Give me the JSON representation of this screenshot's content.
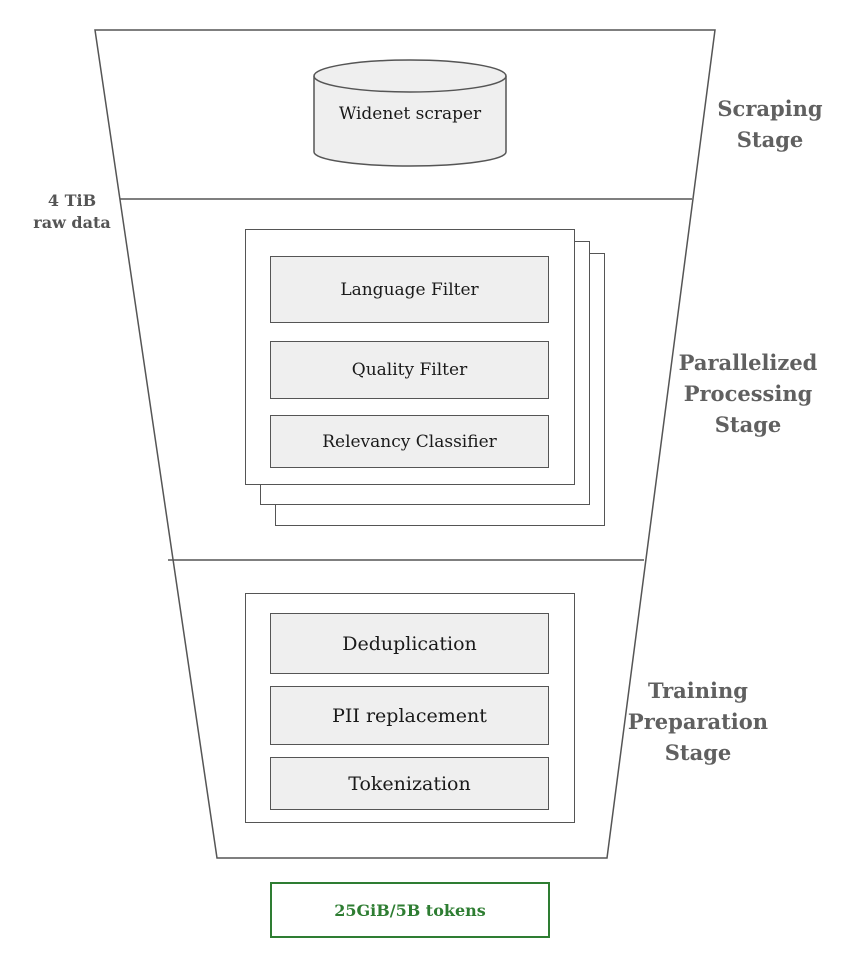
{
  "source": {
    "label": "Widenet scraper",
    "annotation": [
      "4 TiB",
      "raw data"
    ]
  },
  "stages": [
    {
      "label": [
        "Scraping",
        "Stage"
      ]
    },
    {
      "label": [
        "Parallelized",
        "Processing",
        "Stage"
      ],
      "steps": [
        "Language Filter",
        "Quality Filter",
        "Relevancy Classifier"
      ]
    },
    {
      "label": [
        "Training",
        "Preparation",
        "Stage"
      ],
      "steps": [
        "Deduplication",
        "PII replacement",
        "Tokenization"
      ]
    }
  ],
  "output": {
    "label": "25GiB/5B tokens",
    "color": "#2e7d32"
  },
  "colors": {
    "stage_label": "#606060",
    "step_fill": "#efefef",
    "outline": "#555555"
  }
}
